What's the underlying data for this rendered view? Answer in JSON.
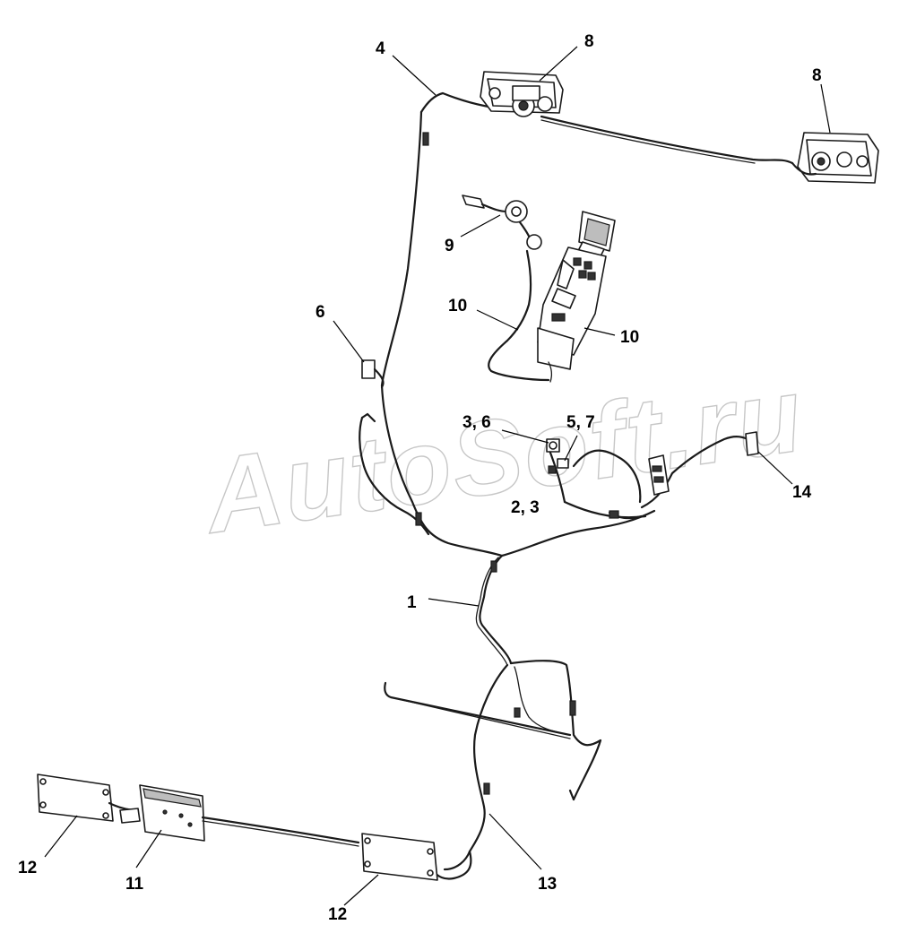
{
  "watermark": "AutoSoft.ru",
  "callouts": {
    "c1": "1",
    "c23": "2, 3",
    "c36": "3, 6",
    "c4": "4",
    "c57": "5, 7",
    "c6": "6",
    "c8a": "8",
    "c8b": "8",
    "c9": "9",
    "c10a": "10",
    "c10b": "10",
    "c11": "11",
    "c12a": "12",
    "c12b": "12",
    "c13": "13",
    "c14": "14"
  }
}
